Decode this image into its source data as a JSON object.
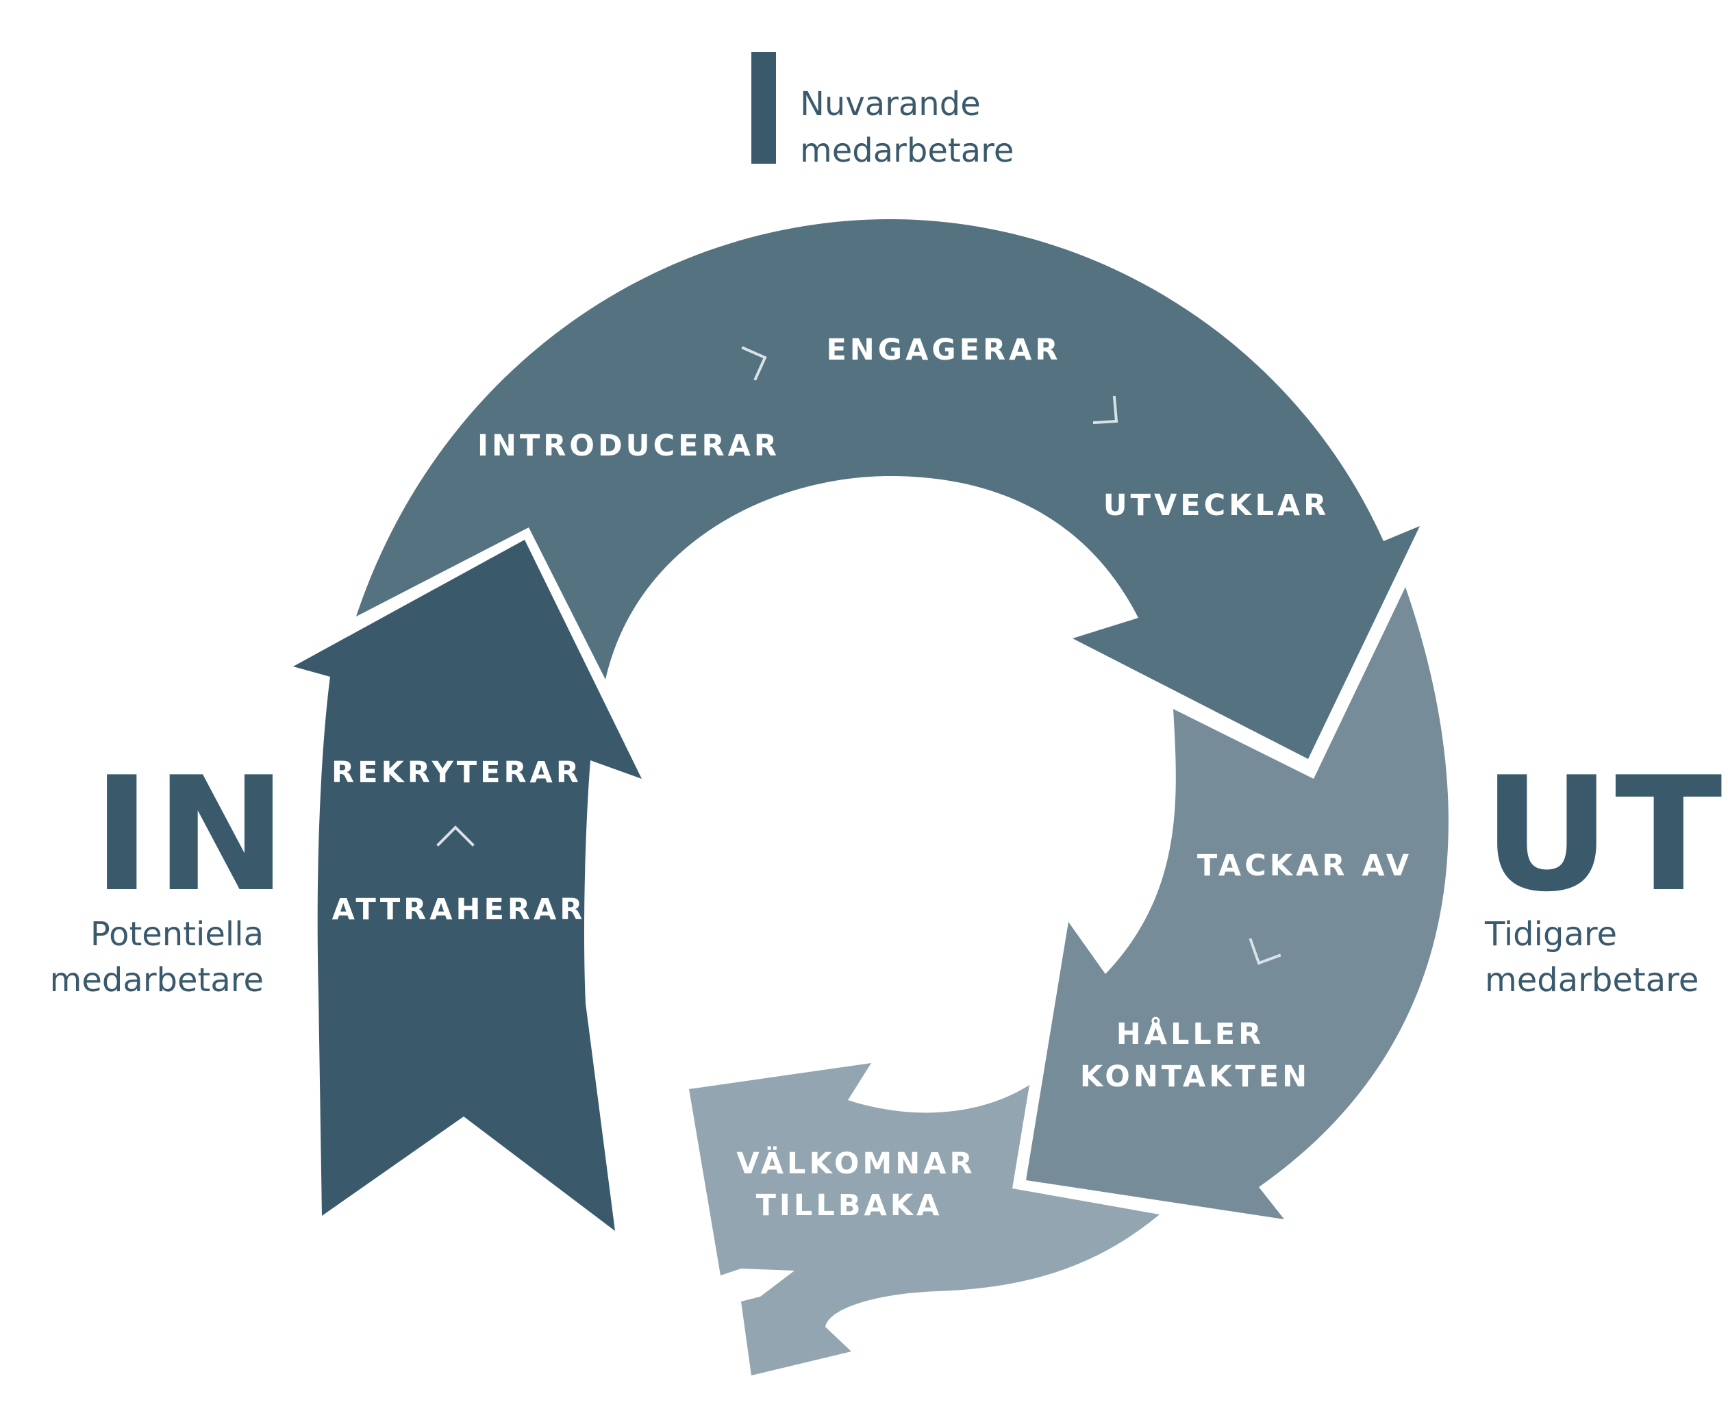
{
  "colors": {
    "dark": "#3a5a6c",
    "arc_top": "#547280",
    "arc_right": "#768c99",
    "arc_bottom": "#93a5b0",
    "text_dark": "#3a5a6c",
    "chevron": "#d9e2e7"
  },
  "legend": {
    "title_line1": "Nuvarande",
    "title_line2": "medarbetare"
  },
  "in_side": {
    "big_label": "IN",
    "caption_line1": "Potentiella",
    "caption_line2": "medarbetare"
  },
  "out_side": {
    "big_label": "UT",
    "caption_line1": "Tidigare",
    "caption_line2": "medarbetare"
  },
  "stages": {
    "attraherar": "ATTRAHERAR",
    "rekryterar": "REKRYTERAR",
    "introducerar": "INTRODUCERAR",
    "engagerar": "ENGAGERAR",
    "utvecklar": "UTVECKLAR",
    "tackar_av": "TACKAR AV",
    "haller_line1": "HÅLLER",
    "haller_line2": "KONTAKTEN",
    "valkomnar_line1": "VÄLKOMNAR",
    "valkomnar_line2": "TILLBAKA"
  },
  "icons": {
    "chevron_up": "chevron-up-icon",
    "chevron_right": "chevron-right-icon",
    "chevron_down_right": "chevron-down-right-icon",
    "chevron_down": "chevron-down-icon"
  }
}
